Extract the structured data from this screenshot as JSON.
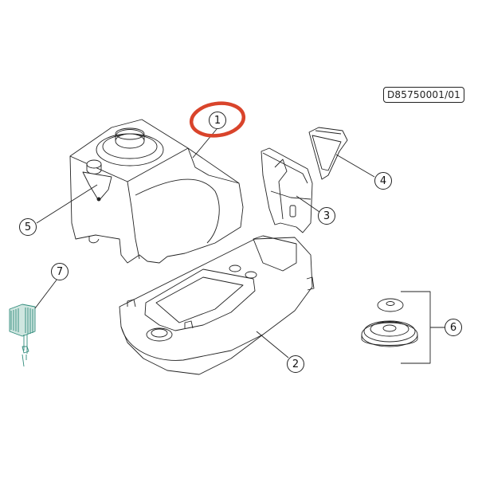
{
  "diagram": {
    "type": "exploded-parts-diagram",
    "document_code": "D85750001/01",
    "highlight": {
      "target_part": "1",
      "color": "#d9442b"
    },
    "parts": [
      {
        "id": "1",
        "label": "1",
        "description": "tank cover / upper housing"
      },
      {
        "id": "2",
        "label": "2",
        "description": "base housing"
      },
      {
        "id": "3",
        "label": "3",
        "description": "handle bracket"
      },
      {
        "id": "4",
        "label": "4",
        "description": "triangular cap"
      },
      {
        "id": "5",
        "label": "5",
        "description": "float valve"
      },
      {
        "id": "6",
        "label": "6",
        "description": "filter disc set"
      },
      {
        "id": "7",
        "label": "7",
        "description": "heat sink module"
      }
    ],
    "colors": {
      "line": "#222222",
      "heatsink": "#2e8a7a",
      "highlight": "#d9442b"
    }
  }
}
